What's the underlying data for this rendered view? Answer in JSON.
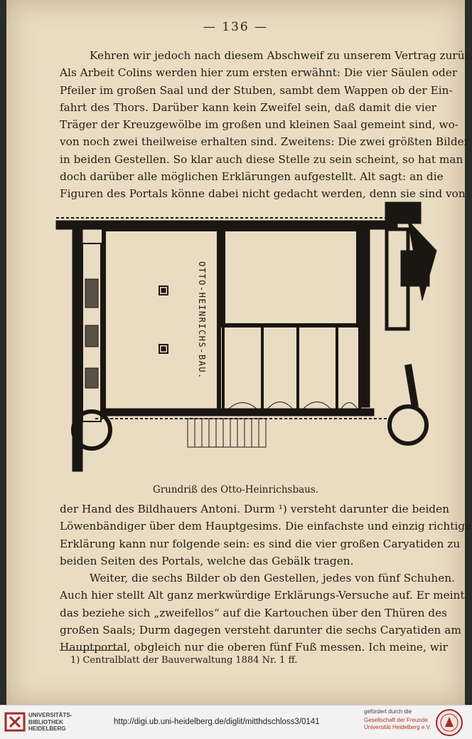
{
  "page": {
    "number": "— 136 —",
    "paragraph1": [
      "Kehren wir jedoch nach diesem Abschweif zu unserem Vertrag zurück.",
      "Als Arbeit Colins werden hier zum ersten erwähnt: Die vier Säulen oder",
      "Pfeiler im großen Saal und der Stuben, sambt dem Wappen ob der Ein-",
      "fahrt des Thors. Darüber kann kein Zweifel sein, daß damit die vier",
      "Träger der Kreuzgewölbe im großen und kleinen Saal gemeint sind, wo-",
      "von noch zwei theilweise erhalten sind. Zweitens: Die zwei größten Bilder",
      "in beiden Gestellen. So klar auch diese Stelle zu sein scheint, so hat man",
      "doch darüber alle möglichen Erklärungen aufgestellt. Alt sagt: an die",
      "Figuren des Portals könne dabei nicht gedacht werden, denn sie sind von"
    ],
    "figure_label": "OTTO-HEINRICHS-BAU.",
    "caption": "Grundriß des Otto-Heinrichsbaus.",
    "paragraph2": [
      "der Hand des Bildhauers Antoni. Durm ¹) versteht darunter die beiden",
      "Löwenbändiger über dem Hauptgesims. Die einfachste und einzig richtige",
      "Erklärung kann nur folgende sein: es sind die vier großen Caryatiden zu",
      "beiden Seiten des Portals, welche das Gebälk tragen."
    ],
    "paragraph3": [
      "Weiter, die sechs Bilder ob den Gestellen, jedes von fünf Schuhen.",
      "Auch hier stellt Alt ganz merkwürdige Erklärungs-Versuche auf. Er meint,",
      "das beziehe sich „zweifellos“ auf die Kartouchen über den Thüren des",
      "großen Saals; Durm dagegen versteht darunter die sechs Caryatiden am",
      "Hauptportal, obgleich nur die oberen fünf Fuß messen. Ich meine, wir"
    ],
    "footnote": "1) Centralblatt der Bauverwaltung 1884 Nr. 1 ff."
  },
  "footer": {
    "library": [
      "UNIVERSITÄTS-",
      "BIBLIOTHEK",
      "HEIDELBERG"
    ],
    "url": "http://digi.ub.uni-heidelberg.de/diglit/mitthdschloss3/0141",
    "sponsor_label": "gefördert durch die",
    "sponsor": [
      "Gesellschaft der Freunde",
      "Universität Heidelberg e.V."
    ]
  }
}
